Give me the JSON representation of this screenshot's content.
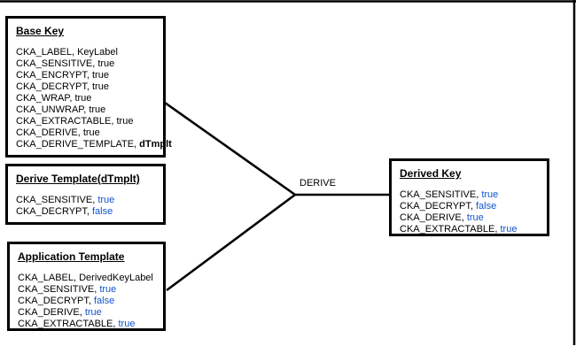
{
  "colors": {
    "value_blue": "#1155cc",
    "line_black": "#000000",
    "box_background": "#ffffff"
  },
  "connector": {
    "label": "DERIVE"
  },
  "boxes": [
    {
      "id": "base-key",
      "title": "Base Key",
      "lines": [
        {
          "label": "CKA_LABEL,",
          "value": "KeyLabel",
          "blue": false
        },
        {
          "label": "CKA_SENSITIVE,",
          "value": "true",
          "blue": false
        },
        {
          "label": "CKA_ENCRYPT,",
          "value": "true",
          "blue": false
        },
        {
          "label": "CKA_DECRYPT,",
          "value": "true",
          "blue": false
        },
        {
          "label": "CKA_WRAP,",
          "value": "true",
          "blue": false
        },
        {
          "label": "CKA_UNWRAP,",
          "value": "true",
          "blue": false
        },
        {
          "label": "CKA_EXTRACTABLE,",
          "value": "true",
          "blue": false
        },
        {
          "label": "CKA_DERIVE,",
          "value": "true",
          "blue": false
        },
        {
          "label": "CKA_DERIVE_TEMPLATE,",
          "value": "dTmplt",
          "blue": false,
          "bold_value": true
        }
      ]
    },
    {
      "id": "derive-template",
      "title": "Derive Template(dTmplt)",
      "lines": [
        {
          "label": "CKA_SENSITIVE,",
          "value": "true",
          "blue": true
        },
        {
          "label": "CKA_DECRYPT,",
          "value": "false",
          "blue": true
        }
      ]
    },
    {
      "id": "application-template",
      "title": "Application Template",
      "lines": [
        {
          "label": "CKA_LABEL,",
          "value": "DerivedKeyLabel",
          "blue": false
        },
        {
          "label": "CKA_SENSITIVE,",
          "value": "true",
          "blue": true
        },
        {
          "label": "CKA_DECRYPT,",
          "value": "false",
          "blue": true
        },
        {
          "label": "CKA_DERIVE,",
          "value": "true",
          "blue": true
        },
        {
          "label": "CKA_EXTRACTABLE,",
          "value": "true",
          "blue": true
        }
      ]
    },
    {
      "id": "derived-key",
      "title": "Derived Key",
      "lines": [
        {
          "label": "CKA_SENSITIVE,",
          "value": "true",
          "blue": true
        },
        {
          "label": "CKA_DECRYPT,",
          "value": "false",
          "blue": true
        },
        {
          "label": "CKA_DERIVE,",
          "value": "true",
          "blue": true
        },
        {
          "label": "CKA_EXTRACTABLE,",
          "value": "true",
          "blue": true
        }
      ]
    }
  ]
}
